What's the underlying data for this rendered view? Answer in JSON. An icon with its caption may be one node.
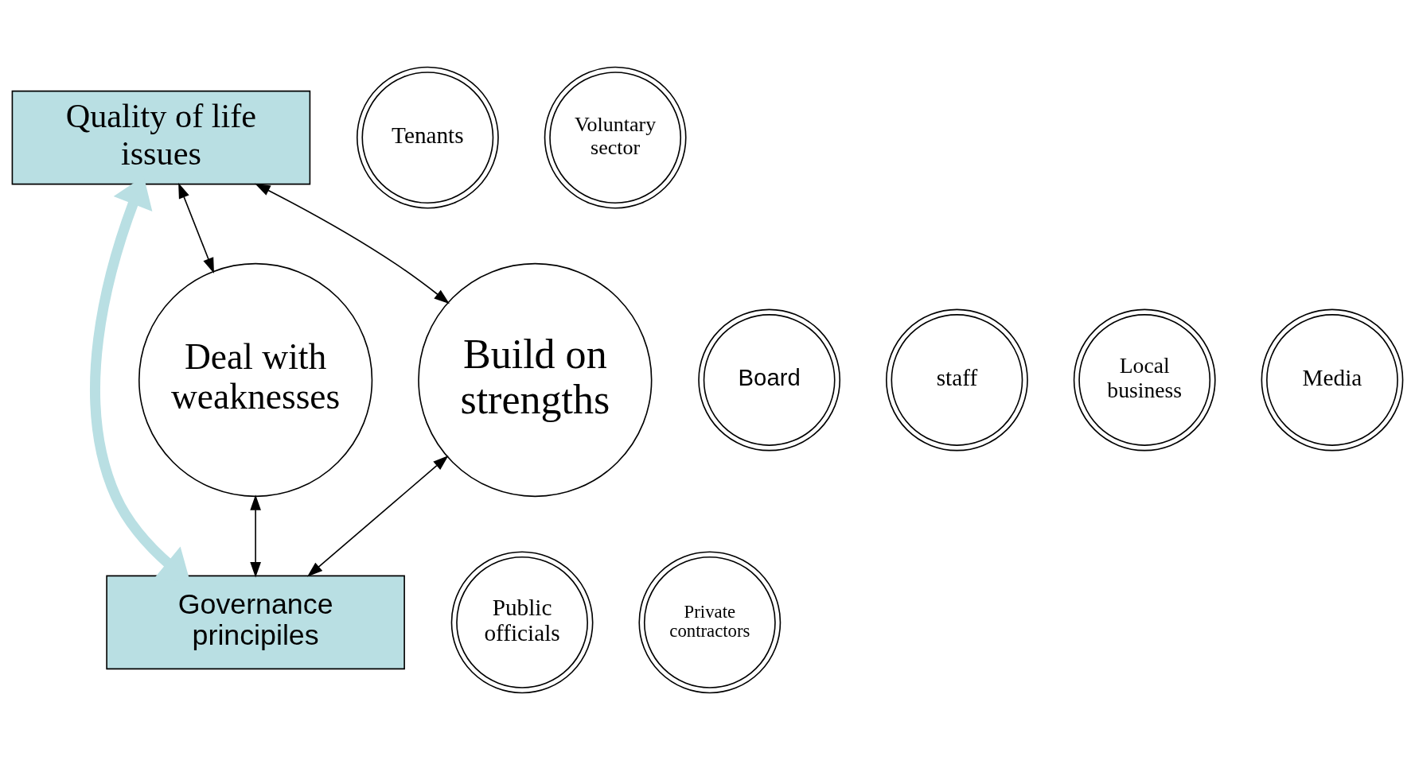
{
  "diagram": {
    "nodes": [
      {
        "text": [
          "Quality of life issues"
        ]
      },
      {
        "text": [
          "Tenants"
        ]
      },
      {
        "text": [
          "Board"
        ]
      },
      {
        "text": [
          "Build on strengths"
        ]
      },
      {
        "text": [
          "staff"
        ]
      },
      {
        "text": [
          "Public officials"
        ]
      },
      {
        "text": [
          "Governance principiles"
        ]
      },
      {
        "text": [
          "Voluntary sector"
        ]
      },
      {
        "text": [
          "Local business"
        ]
      },
      {
        "text": [
          "Deal with weaknesses"
        ]
      },
      {
        "text": [
          "Media"
        ]
      },
      {
        "text": [
          "Private contractors"
        ]
      }
    ],
    "edges": [
      {
        "from": 3,
        "to": 0,
        "arrow": "both"
      },
      {
        "from": 0,
        "to": 9,
        "arrow": "both"
      },
      {
        "from": 0,
        "to": 6,
        "arrow": "both",
        "style": "thick",
        "color": "#b9dfe3"
      },
      {
        "from": 3,
        "to": 6,
        "arrow": "both"
      },
      {
        "from": 9,
        "to": 6,
        "arrow": "both"
      }
    ]
  }
}
